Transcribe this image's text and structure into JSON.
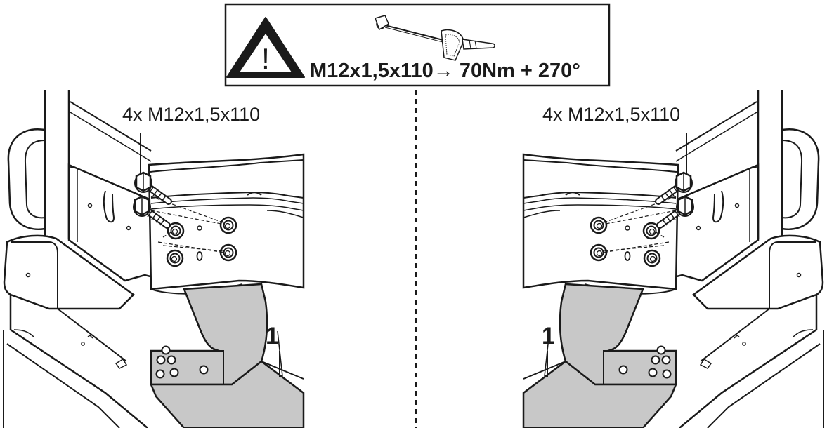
{
  "warning_box": {
    "spec_text": "M12x1,5x110→ 70Nm + 270°",
    "warning_icon": "warning-triangle-icon",
    "tool_icon": "torque-wrench-icon"
  },
  "left_view": {
    "bolt_label": "4x  M12x1,5x110",
    "part_number": "1"
  },
  "right_view": {
    "bolt_label": "4x  M12x1,5x110",
    "part_number": "1"
  },
  "colors": {
    "line": "#1a1a1a",
    "part_fill": "#c8c8c8",
    "background": "#ffffff"
  }
}
